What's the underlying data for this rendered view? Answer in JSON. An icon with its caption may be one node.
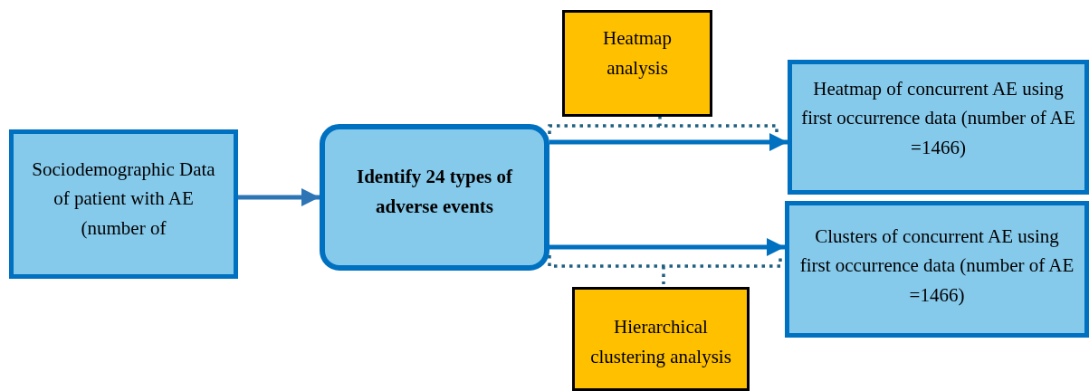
{
  "diagram": {
    "nodes": [
      {
        "text": [
          "Sociodemographic Data of patient with AE (number of"
        ]
      },
      {
        "text": [
          "Identify 24 types of adverse events"
        ]
      },
      {
        "text": [
          "Heatmap analysis"
        ]
      },
      {
        "text": [
          "Heatmap of concurrent AE using first occurrence data (number of AE =1466)"
        ]
      },
      {
        "text": [
          "Clusters of concurrent AE using first occurrence data (number of AE =1466)"
        ]
      },
      {
        "text": [
          "Hierarchical clustering analysis"
        ]
      }
    ],
    "edges": [
      {
        "from": 0,
        "to": 1,
        "arrow": "to",
        "color": "#2e75b6"
      },
      {
        "from": 1,
        "to": 3,
        "arrow": "to"
      },
      {
        "from": 1,
        "to": 4,
        "arrow": "to"
      }
    ]
  }
}
